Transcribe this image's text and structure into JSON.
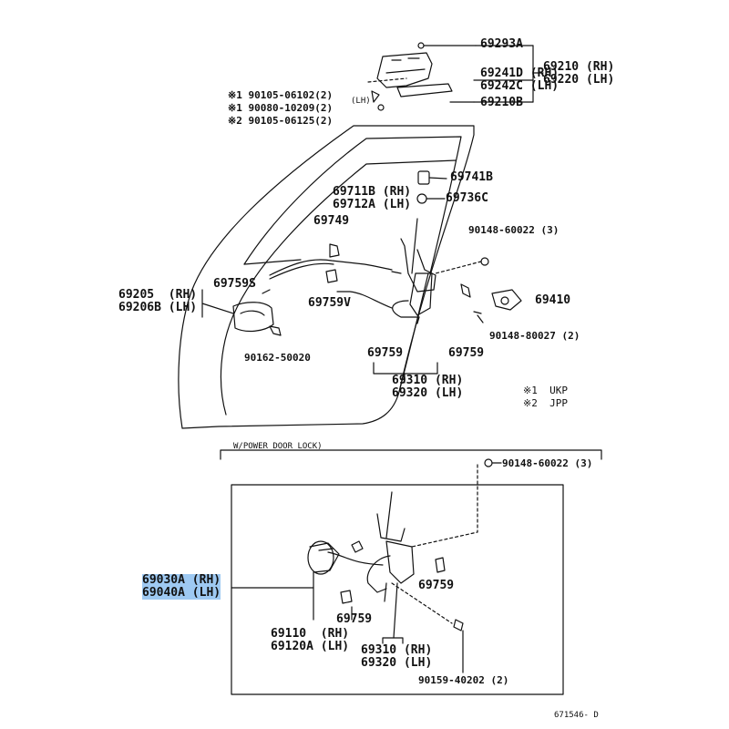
{
  "diagram": {
    "figure_id": "671546- D",
    "top_labels": {
      "p69293A": "69293A",
      "p69241D": "69241D (RH)",
      "p69242C": "69242C (LH)",
      "p69210B": "69210B",
      "p69210": "69210 (RH)",
      "p69220": "69220 (LH)",
      "bolt1": "※1 90105-06102(2)",
      "bolt2": "※1 90080-10209(2)",
      "bolt3": "※2 90105-06125(2)",
      "bolt_lh": "(LH)",
      "p69741B": "69741B",
      "p69711B": "69711B (RH)",
      "p69712A": "69712A (LH)",
      "p69736C": "69736C",
      "p69749": "69749",
      "screw_60022_top": "90148-60022 (3)",
      "p69205": "69205  (RH)",
      "p69206B": "69206B (LH)",
      "p69759S": "69759S",
      "p69759V": "69759V",
      "p69410": "69410",
      "screw_80027": "90148-80027 (2)",
      "screw_50020": "90162-50020",
      "p69759_left": "69759",
      "p69759_right": "69759",
      "p69310_top": "69310 (RH)",
      "p69320_top": "69320 (LH)"
    },
    "legend": {
      "ukp": "※1  UKP",
      "jpp": "※2  JPP"
    },
    "power_lock": {
      "heading": "W/POWER DOOR LOCK)",
      "screw_60022": "90148-60022 (3)",
      "p69030A": "69030A (RH)",
      "p69040A": "69040A (LH)",
      "p69759_a": "69759",
      "p69759_b": "69759",
      "p69110": "69110  (RH)",
      "p69120A": "69120A (LH)",
      "p69310": "69310 (RH)",
      "p69320": "69320 (LH)",
      "screw_40202": "90159-40202 (2)"
    }
  }
}
